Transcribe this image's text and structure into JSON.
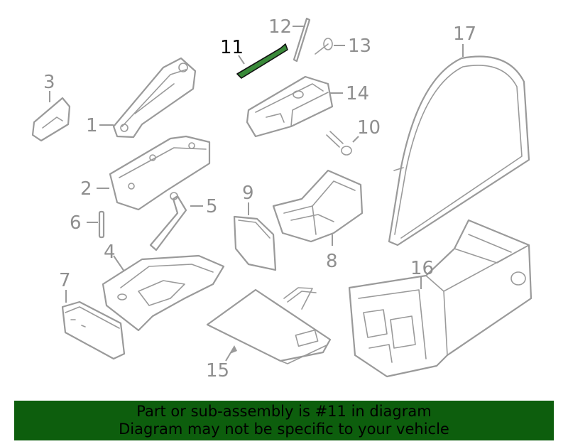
{
  "callouts": {
    "c1": "1",
    "c2": "2",
    "c3": "3",
    "c4": "4",
    "c5": "5",
    "c6": "6",
    "c7": "7",
    "c8": "8",
    "c9": "9",
    "c10": "10",
    "c11": "11",
    "c12": "12",
    "c13": "13",
    "c14": "14",
    "c15": "15",
    "c16": "16",
    "c17": "17"
  },
  "highlighted_part": "11",
  "colors": {
    "highlight": "#3a8a3a",
    "banner": "#0d5e0d",
    "line": "#9a9a9a"
  },
  "banner": {
    "line1": "Part or sub-assembly is #11 in diagram",
    "line2": "Diagram may not be specific to your vehicle"
  }
}
